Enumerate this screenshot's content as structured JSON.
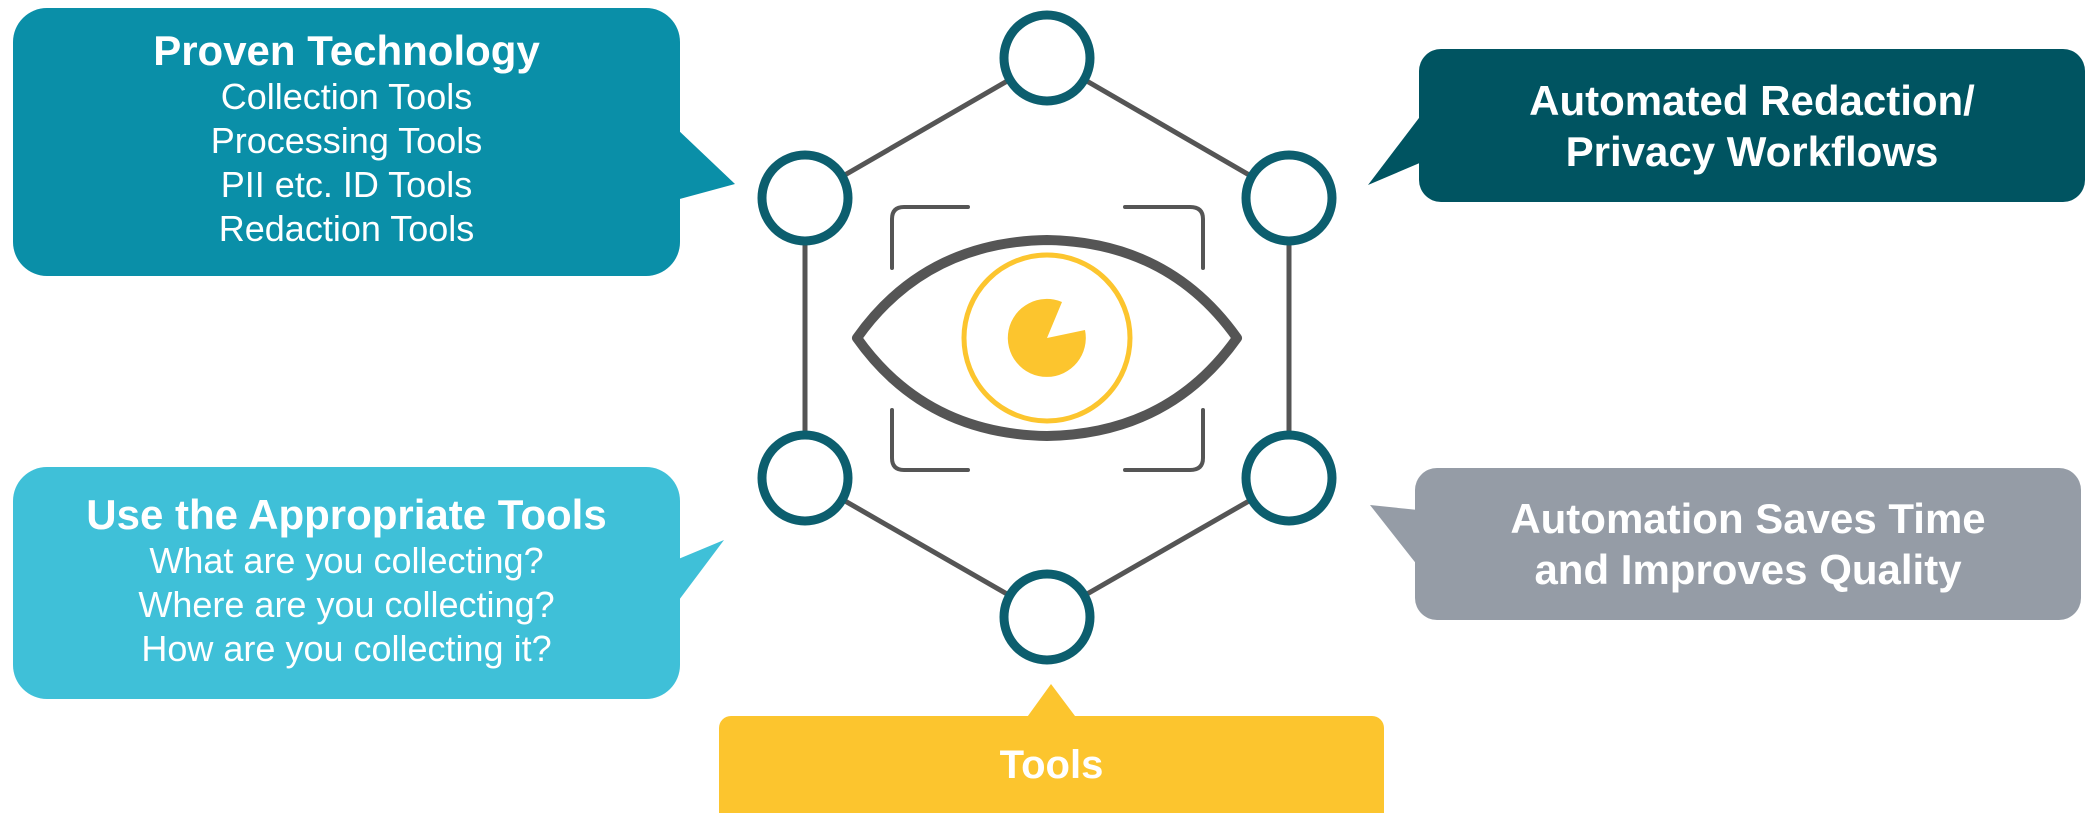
{
  "colors": {
    "proven": "#0A8FA8",
    "appropriate": "#3FC0D8",
    "automated": "#005461",
    "automation_saves": "#959CA6",
    "tools": "#FCC52E",
    "node_ring": "#0C5E6E",
    "hex_line": "#555555",
    "eye_stroke": "#555555",
    "iris": "#FCC52E"
  },
  "callouts": {
    "proven_technology": {
      "title": "Proven Technology",
      "lines": [
        "Collection Tools",
        "Processing Tools",
        "PII etc. ID Tools",
        "Redaction Tools"
      ]
    },
    "appropriate_tools": {
      "title": "Use the Appropriate Tools",
      "lines": [
        "What are you collecting?",
        "Where are you collecting?",
        "How are you collecting it?"
      ]
    },
    "automated_redaction": {
      "lines": [
        "Automated Redaction/",
        "Privacy Workflows"
      ]
    },
    "automation_saves": {
      "lines": [
        "Automation Saves Time",
        "and Improves Quality"
      ]
    },
    "tools": {
      "label": "Tools"
    }
  },
  "icons": {
    "center": "eye-icon",
    "iris": "pie-iris-icon",
    "nodes": "circle-node-icon"
  }
}
